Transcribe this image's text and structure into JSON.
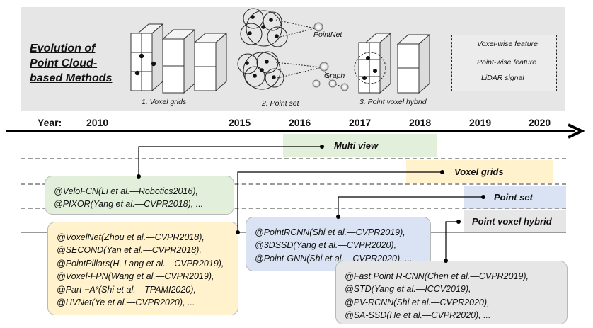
{
  "banner": {
    "title_lines": [
      "Evolution of",
      "Point Cloud-",
      "based Methods"
    ],
    "captions": {
      "voxel_grids": "1. Voxel grids",
      "point_set": "2. Point set",
      "point_voxel_hybrid": "3. Point voxel hybrid"
    },
    "sub_labels": {
      "pointnet": "PointNet",
      "graph": "Graph"
    },
    "legend": {
      "voxel_feature": "Voxel-wise feature",
      "point_feature": "Point-wise feature",
      "lidar_signal": "LiDAR signal"
    }
  },
  "timeline": {
    "label": "Year:",
    "years": [
      "2010",
      "2015",
      "2016",
      "2017",
      "2018",
      "2019",
      "2020"
    ]
  },
  "bands": {
    "multi_view": "Multi view",
    "voxel_grids": "Voxel grids",
    "point_set": "Point set",
    "point_voxel_hybrid": "Point voxel hybrid"
  },
  "cards": {
    "multi_view": [
      "@VeloFCN(Li et al.—Robotics2016),",
      "@PIXOR(Yang et al.—CVPR2018), ..."
    ],
    "voxel": [
      "@VoxelNet(Zhou et al.—CVPR2018),",
      "@SECOND(Yan et al.—CVPR2018),",
      "@PointPillars(H. Lang et al.—CVPR2019),",
      "@Voxel-FPN(Wang et al.—CVPR2019),",
      "@Part −A²(Shi et al.—TPAMI2020),",
      "@HVNet(Ye et al.—CVPR2020), ..."
    ],
    "point": [
      "@PointRCNN(Shi et al.—CVPR2019),",
      "@3DSSD(Yang et al.—CVPR2020),",
      "@Point-GNN(Shi et al.—CVPR2020), ..."
    ],
    "hybrid": [
      "@Fast Point R-CNN(Chen et al.—CVPR2019),",
      "@STD(Yang et al.—ICCV2019),",
      "@PV-RCNN(Shi et al.—CVPR2020),",
      "@SA-SSD(He et al.—CVPR2020), ..."
    ]
  },
  "colors": {
    "banner_bg": "#e6e6e6",
    "multi_view": "#e2efda",
    "voxel": "#fff2cc",
    "point": "#dae3f3",
    "hybrid": "#e7e6e6"
  }
}
